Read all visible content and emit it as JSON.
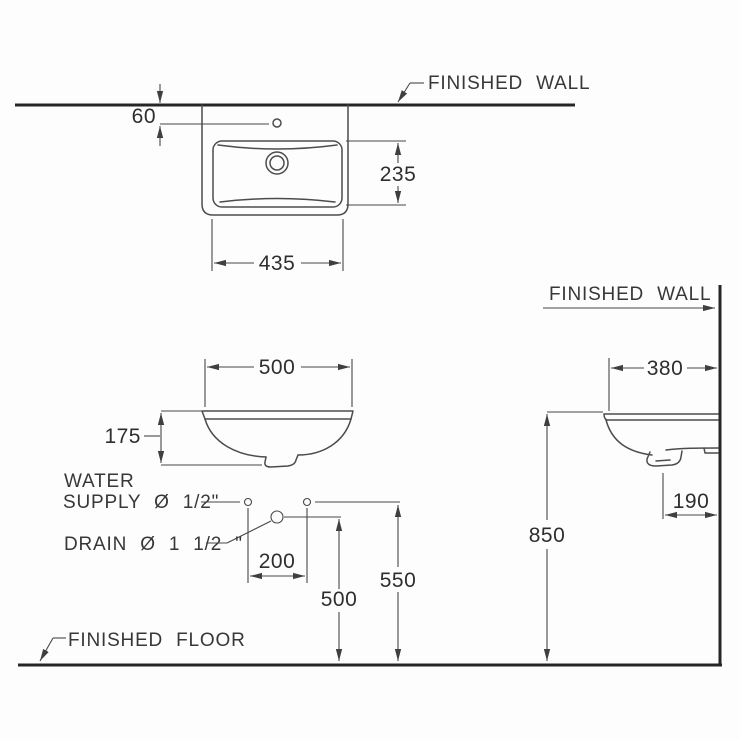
{
  "drawing": {
    "title_hint": "lavatory installation dimension drawing",
    "labels": {
      "finished_wall_top": "FINISHED WALL",
      "finished_wall_side": "FINISHED WALL",
      "finished_floor": "FINISHED FLOOR",
      "water_supply_line1": "WATER",
      "water_supply_line2": "SUPPLY Ø 1/2\"",
      "drain_label": "DRAIN Ø 1 1/2 \""
    },
    "dimensions": {
      "top_view": {
        "faucet_hole_to_wall": "60",
        "basin_depth": "235",
        "basin_width": "435"
      },
      "front_view": {
        "overall_width": "500",
        "bowl_height": "175",
        "supply_spacing": "200",
        "drain_height_above_floor": "500",
        "supply_height_above_floor": "550"
      },
      "side_view": {
        "overall_depth": "380",
        "drain_offset_from_wall": "190",
        "rim_height_above_floor": "850"
      }
    },
    "colors": {
      "background": "#fdfdfd",
      "heavy_line": "#262626",
      "outline": "#4c4c4c",
      "dimension_line": "#474747",
      "text": "#2e2e2e"
    }
  }
}
